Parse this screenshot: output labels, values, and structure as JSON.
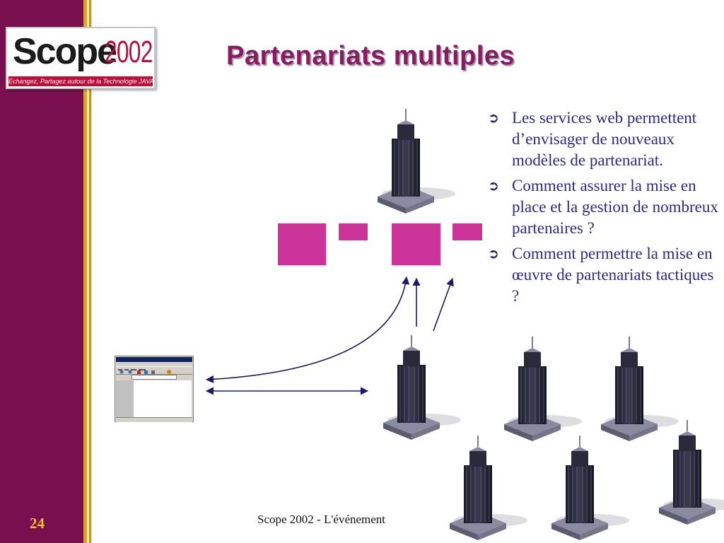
{
  "slide": {
    "title": "Partenariats multiples",
    "number": "24",
    "footer": "Scope 2002 - L'événement"
  },
  "logo": {
    "word": "Scope",
    "year": "2002",
    "tagline": "Echangez, Partagez autour de la Technologie JAVA"
  },
  "bullets": [
    {
      "icon": "➲",
      "text": "Les services web permettent d’envisager de nouveaux modèles de partenariat."
    },
    {
      "icon": "➲",
      "text": "Comment assurer la mise en place et la gestion de nombreux partenaires ?"
    },
    {
      "icon": "➲",
      "text": "Comment permettre la mise en œuvre de partenariats tactiques ?"
    }
  ],
  "diagram": {
    "buildings": 7,
    "browser_window": "browser-window-icon",
    "colors": {
      "magenta_block": "#cc3399",
      "arrow": "#1a1a6a",
      "sidebar": "#7a0f4f",
      "gold": "#d9a72a",
      "title": "#8a1a68",
      "bullet_text": "#2a2a8a"
    }
  }
}
